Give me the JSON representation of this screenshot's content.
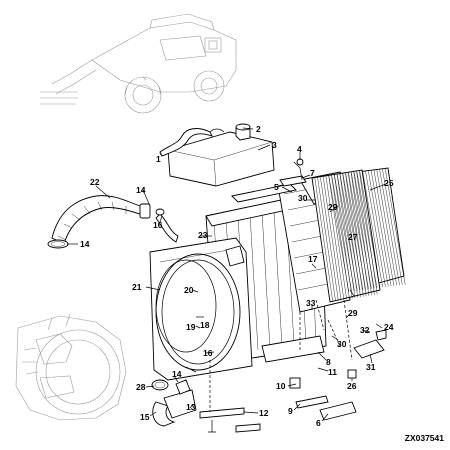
{
  "figure_id": "ZX037541",
  "callouts": [
    {
      "id": "c1",
      "label": "1"
    },
    {
      "id": "c2",
      "label": "2"
    },
    {
      "id": "c3",
      "label": "3"
    },
    {
      "id": "c4",
      "label": "4"
    },
    {
      "id": "c5",
      "label": "5"
    },
    {
      "id": "c6",
      "label": "6"
    },
    {
      "id": "c7",
      "label": "7"
    },
    {
      "id": "c8",
      "label": "8"
    },
    {
      "id": "c9",
      "label": "9"
    },
    {
      "id": "c10",
      "label": "10"
    },
    {
      "id": "c11",
      "label": "11"
    },
    {
      "id": "c12",
      "label": "12"
    },
    {
      "id": "c13",
      "label": "13"
    },
    {
      "id": "c14a",
      "label": "14"
    },
    {
      "id": "c14b",
      "label": "14"
    },
    {
      "id": "c14c",
      "label": "14"
    },
    {
      "id": "c15",
      "label": "15"
    },
    {
      "id": "c16a",
      "label": "16"
    },
    {
      "id": "c16b",
      "label": "16"
    },
    {
      "id": "c17",
      "label": "17"
    },
    {
      "id": "c18",
      "label": "18"
    },
    {
      "id": "c19",
      "label": "19"
    },
    {
      "id": "c20",
      "label": "20"
    },
    {
      "id": "c21",
      "label": "21"
    },
    {
      "id": "c22",
      "label": "22"
    },
    {
      "id": "c23",
      "label": "23"
    },
    {
      "id": "c24",
      "label": "24"
    },
    {
      "id": "c25",
      "label": "25"
    },
    {
      "id": "c26",
      "label": "26"
    },
    {
      "id": "c27",
      "label": "27"
    },
    {
      "id": "c28",
      "label": "28"
    },
    {
      "id": "c29a",
      "label": "29"
    },
    {
      "id": "c29b",
      "label": "29"
    },
    {
      "id": "c30a",
      "label": "30"
    },
    {
      "id": "c30b",
      "label": "30"
    },
    {
      "id": "c31",
      "label": "31"
    },
    {
      "id": "c32",
      "label": "32"
    },
    {
      "id": "c33",
      "label": "33"
    }
  ]
}
